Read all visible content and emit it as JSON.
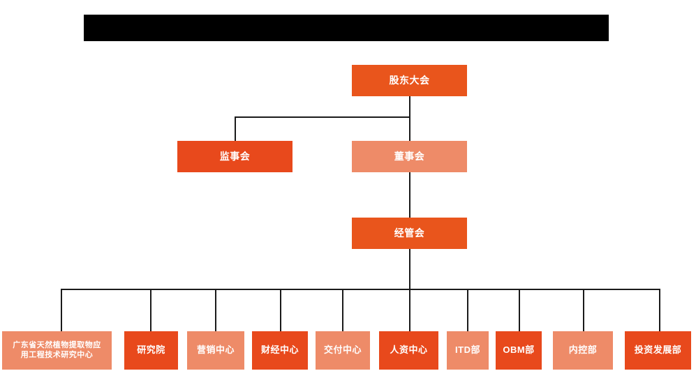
{
  "diagram": {
    "type": "org-chart",
    "title_bar": {
      "name": "redacted-title-bar",
      "text": "",
      "color": "#000000",
      "note": "solid black redaction block, no visible text"
    },
    "colors": {
      "background": "#ffffff",
      "tone_dark": "#e8491c",
      "tone_bright": "#e9551c",
      "tone_light": "#ee8b68",
      "connector": "#1a1a1a",
      "node_text": "#ffffff"
    },
    "levels": [
      {
        "level": 1,
        "nodes": [
          {
            "id": "shareholders",
            "label": "股东大会",
            "tone": "tone-bright",
            "font_size": 14
          }
        ]
      },
      {
        "level": 2,
        "nodes": [
          {
            "id": "supervisory",
            "label": "监事会",
            "tone": "tone-dark",
            "font_size": 14
          },
          {
            "id": "board",
            "label": "董事会",
            "tone": "tone-light",
            "font_size": 14
          }
        ]
      },
      {
        "level": 3,
        "nodes": [
          {
            "id": "management",
            "label": "经管会",
            "tone": "tone-bright",
            "font_size": 14
          }
        ]
      },
      {
        "level": 4,
        "nodes": [
          {
            "id": "dept-1",
            "label": "广东省天然植物提取物应\n用工程技术研究中心",
            "tone": "tone-light",
            "font_size": 11
          },
          {
            "id": "dept-2",
            "label": "研究院",
            "tone": "tone-dark",
            "font_size": 13
          },
          {
            "id": "dept-3",
            "label": "营销中心",
            "tone": "tone-light",
            "font_size": 13
          },
          {
            "id": "dept-4",
            "label": "财经中心",
            "tone": "tone-dark",
            "font_size": 13
          },
          {
            "id": "dept-5",
            "label": "交付中心",
            "tone": "tone-light",
            "font_size": 13
          },
          {
            "id": "dept-6",
            "label": "人资中心",
            "tone": "tone-dark",
            "font_size": 13
          },
          {
            "id": "dept-7",
            "label": "ITD部",
            "tone": "tone-light",
            "font_size": 13
          },
          {
            "id": "dept-8",
            "label": "OBM部",
            "tone": "tone-dark",
            "font_size": 13
          },
          {
            "id": "dept-9",
            "label": "内控部",
            "tone": "tone-light",
            "font_size": 13
          },
          {
            "id": "dept-10",
            "label": "投资发展部",
            "tone": "tone-dark",
            "font_size": 13
          }
        ]
      }
    ]
  }
}
